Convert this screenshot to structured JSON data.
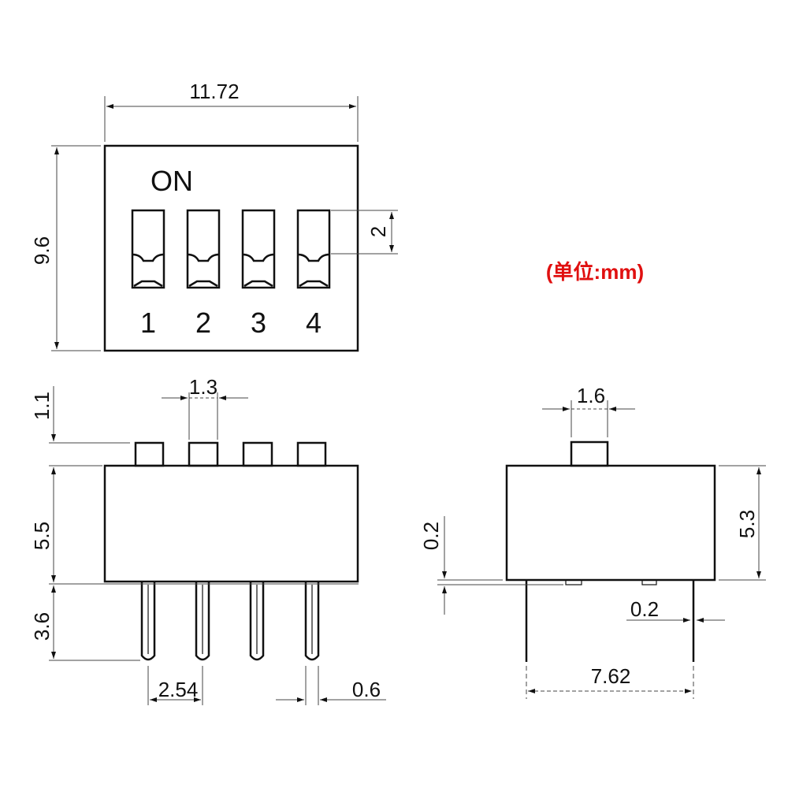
{
  "top_view": {
    "on_label": "ON",
    "switch_numbers": [
      "1",
      "2",
      "3",
      "4"
    ],
    "dim_width": "11.72",
    "dim_height": "9.6",
    "dim_switch": "2"
  },
  "unit_note": "(单位:mm)",
  "unit_color": "#e01010",
  "front_view": {
    "dim_actuator_height": "1.1",
    "dim_actuator_width": "1.3",
    "dim_body_height": "5.5",
    "dim_pin_length": "3.6",
    "dim_pitch": "2.54",
    "dim_pin_width": "0.6"
  },
  "side_view": {
    "dim_actuator_width": "1.6",
    "dim_body_height": "5.3",
    "dim_standoff": "0.2",
    "dim_pin_thickness": "0.2",
    "dim_row_spacing": "7.62"
  }
}
